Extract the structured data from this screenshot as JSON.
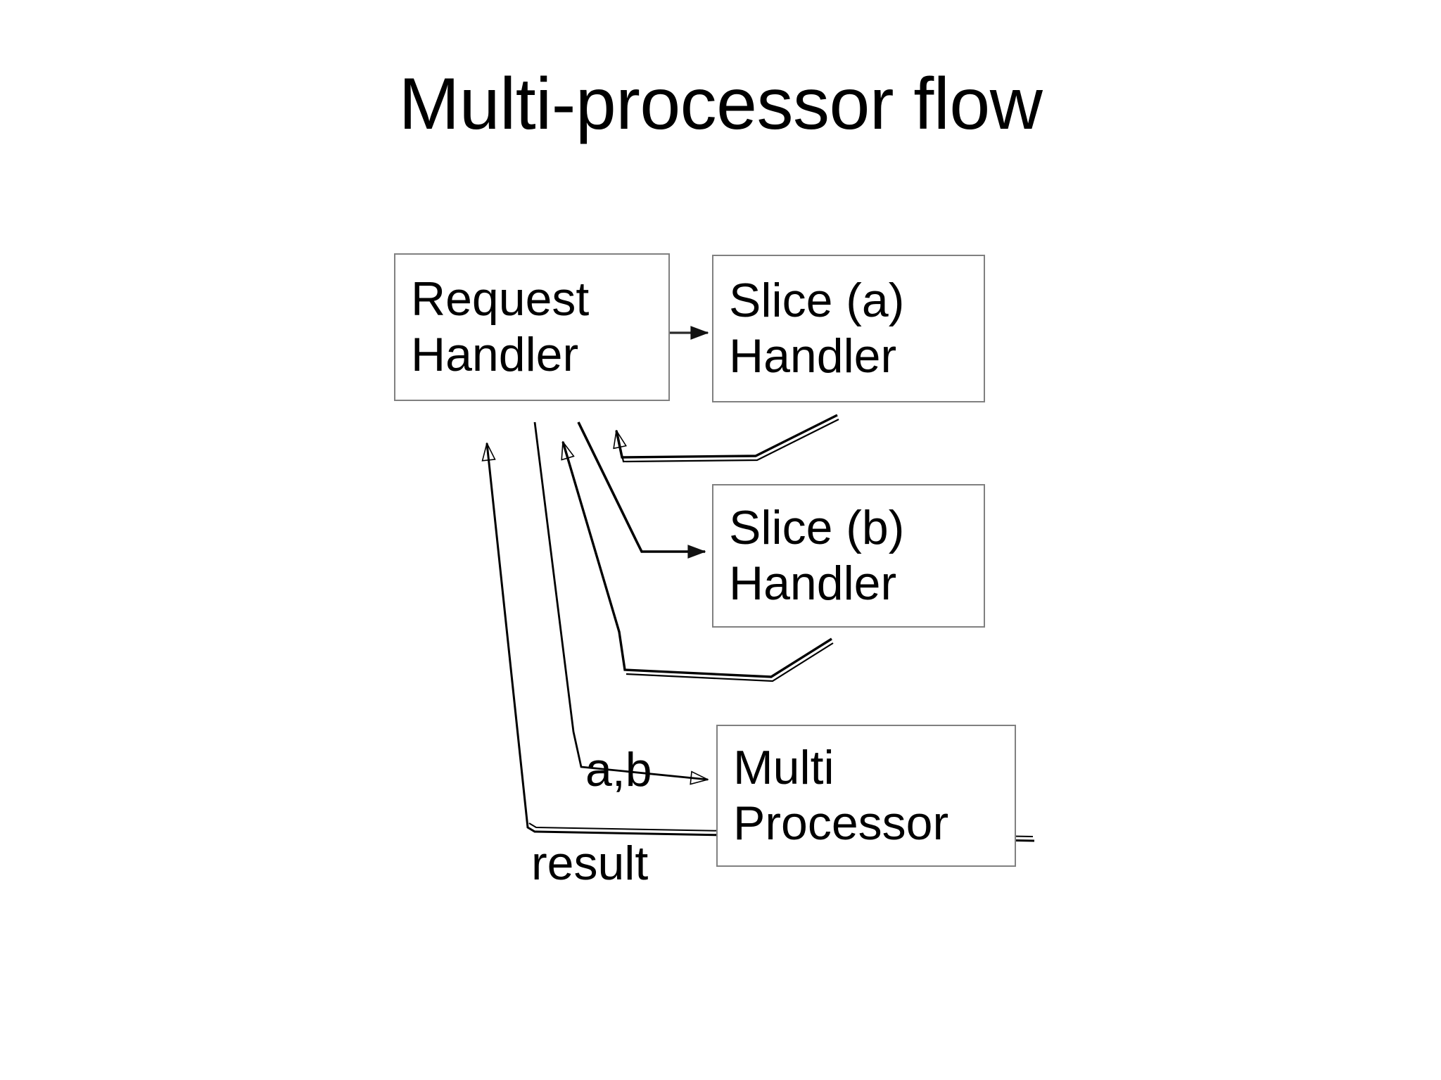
{
  "slide": {
    "title": "Multi-processor flow",
    "background_color": "#ffffff",
    "text_color": "#000000",
    "box_border_color": "#808080"
  },
  "diagram": {
    "type": "flow",
    "nodes": [
      {
        "id": "request-handler",
        "lines": [
          "Request",
          "Handler"
        ],
        "line1": "Request",
        "line2": "Handler"
      },
      {
        "id": "slice-a-handler",
        "lines": [
          "Slice (a)",
          "Handler"
        ],
        "line1": "Slice (a)",
        "line2": "Handler"
      },
      {
        "id": "slice-b-handler",
        "lines": [
          "Slice (b)",
          "Handler"
        ],
        "line1": "Slice (b)",
        "line2": "Handler"
      },
      {
        "id": "multi-processor",
        "lines": [
          "Multi",
          "Processor"
        ],
        "line1": "Multi",
        "line2": "Processor"
      }
    ],
    "edge_labels": {
      "a_b": "a,b",
      "result": "result"
    },
    "edges": [
      {
        "from": "request-handler",
        "to": "slice-a-handler",
        "label": ""
      },
      {
        "from": "slice-a-handler",
        "to": "request-handler",
        "label": ""
      },
      {
        "from": "request-handler",
        "to": "slice-b-handler",
        "label": ""
      },
      {
        "from": "slice-b-handler",
        "to": "request-handler",
        "label": ""
      },
      {
        "from": "request-handler",
        "to": "multi-processor",
        "label": "a,b"
      },
      {
        "from": "multi-processor",
        "to": "request-handler",
        "label": "result"
      }
    ]
  }
}
